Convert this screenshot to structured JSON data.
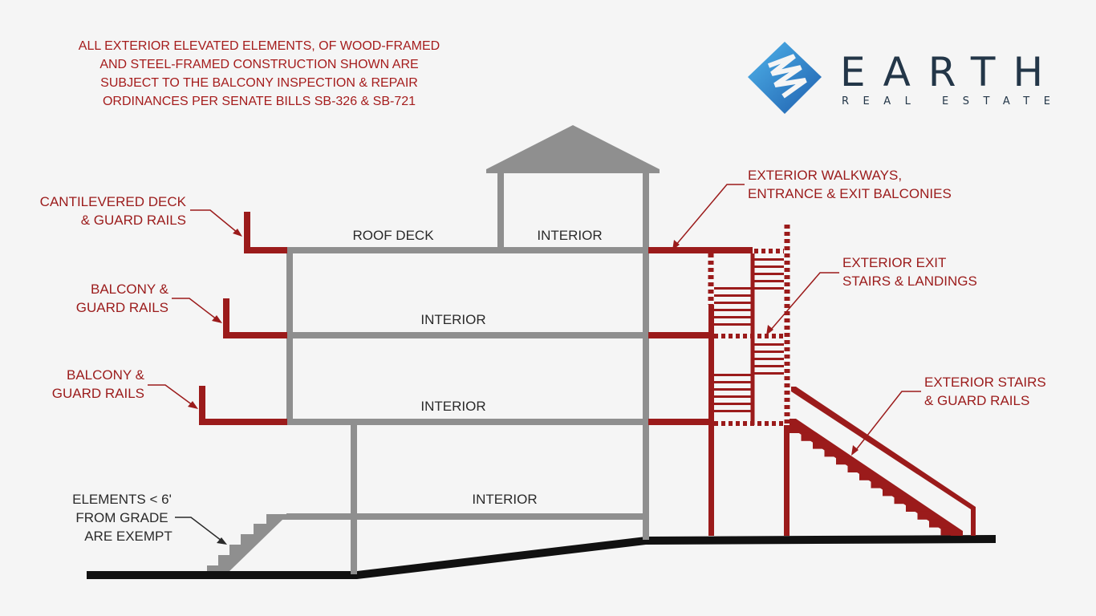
{
  "notice_lines": [
    "ALL EXTERIOR ELEVATED ELEMENTS, OF WOOD-FRAMED",
    "AND STEEL-FRAMED CONSTRUCTION SHOWN ARE",
    "SUBJECT TO THE BALCONY INSPECTION & REPAIR",
    "ORDINANCES PER SENATE BILLS SB-326 & SB-721"
  ],
  "logo": {
    "name": "EARTH",
    "tagline": "REAL ESTATE"
  },
  "callouts": {
    "cantilevered": [
      "CANTILEVERED DECK",
      "& GUARD RAILS"
    ],
    "balcony_upper": [
      "BALCONY &",
      "GUARD RAILS"
    ],
    "balcony_lower": [
      "BALCONY &",
      "GUARD RAILS"
    ],
    "exempt": [
      "ELEMENTS < 6'",
      "FROM GRADE",
      "ARE EXEMPT"
    ],
    "walkways": [
      "EXTERIOR WALKWAYS,",
      "ENTRANCE & EXIT BALCONIES"
    ],
    "exit_stairs": [
      "EXTERIOR EXIT",
      "STAIRS & LANDINGS"
    ],
    "exterior_stairs": [
      "EXTERIOR STAIRS",
      "& GUARD RAILS"
    ]
  },
  "rooms": {
    "roof_deck": "ROOF DECK",
    "penthouse": "INTERIOR",
    "floor3": "INTERIOR",
    "floor2": "INTERIOR",
    "floor1": "INTERIOR"
  },
  "colors": {
    "structure": "#8f8f8f",
    "elevated_element": "#9b1b1b",
    "ground": "#111111",
    "notice_text": "#a51c1c",
    "brand": "#233648"
  }
}
